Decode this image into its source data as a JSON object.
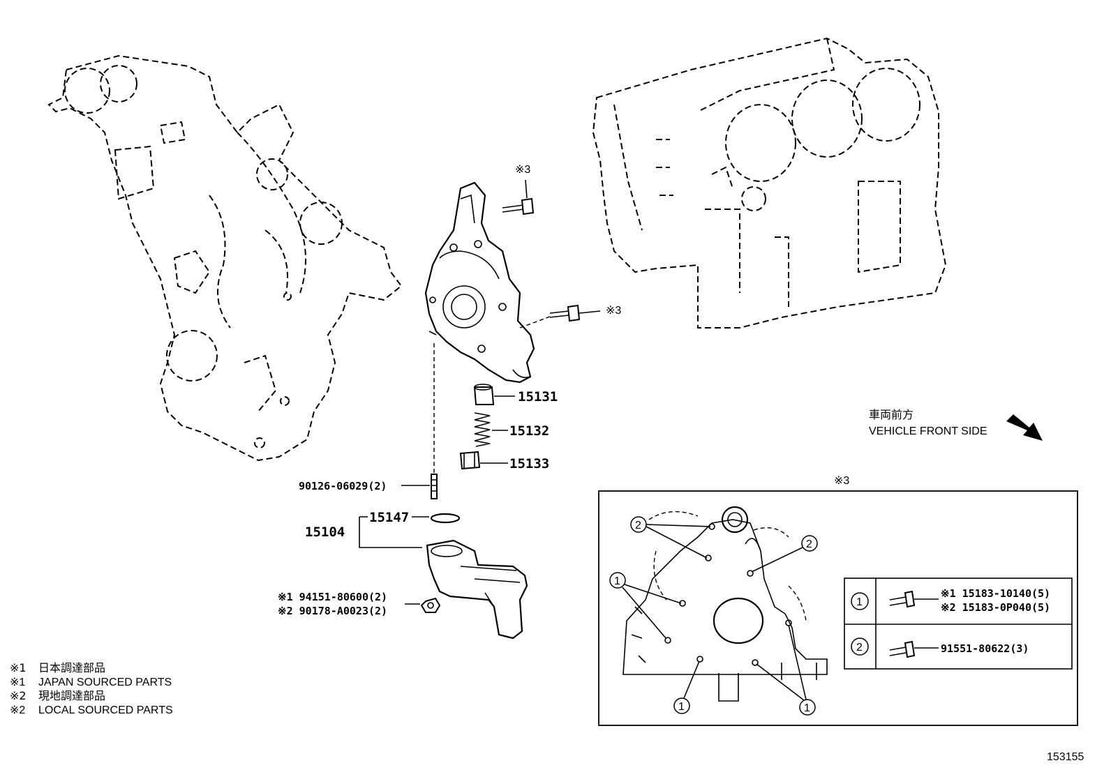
{
  "diagram": {
    "figure_id": "153155",
    "direction": {
      "label_jp": "車両前方",
      "label_en": "VEHICLE FRONT SIDE",
      "arrow_icon": "arrow-down-right-icon"
    },
    "legend": [
      {
        "mark": "※1",
        "text": "日本調達部品"
      },
      {
        "mark": "※1",
        "text": "JAPAN SOURCED PARTS"
      },
      {
        "mark": "※2",
        "text": "現地調達部品"
      },
      {
        "mark": "※2",
        "text": "LOCAL SOURCED PARTS"
      }
    ],
    "callouts": {
      "p15131": "15131",
      "p15132": "15132",
      "p15133": "15133",
      "p15147": "15147",
      "p15104": "15104",
      "stud": "90126-06029(2)",
      "nut1": "※1 94151-80600(2)",
      "nut2": "※2 90178-A0023(2)",
      "bolt_top": "※3",
      "bolt_mid": "※3"
    },
    "detail": {
      "title": "※3",
      "marker1": "1",
      "marker2": "2",
      "table": {
        "row1_id": "1",
        "row1_line1": "※1 15183-10140(5)",
        "row1_line2": "※2 15183-0P040(5)",
        "row2_id": "2",
        "row2_line1": "91551-80622(3)"
      }
    }
  }
}
